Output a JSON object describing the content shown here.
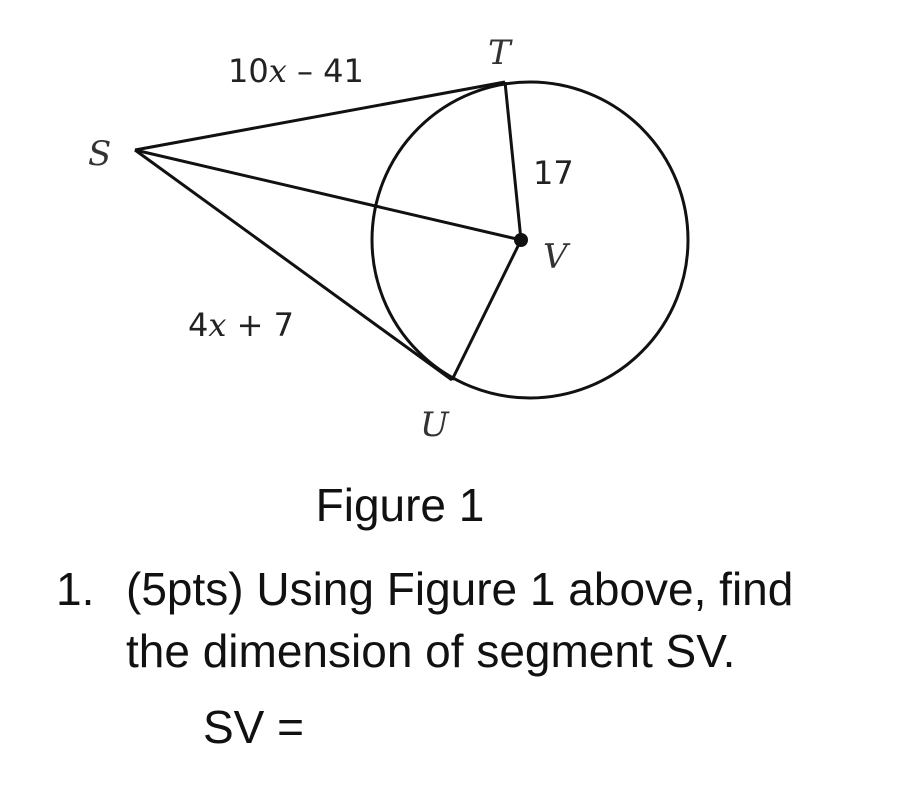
{
  "figure": {
    "points": {
      "S": "S",
      "T": "T",
      "U": "U",
      "V": "V"
    },
    "labels": {
      "ST_coef": "10",
      "ST_var": "x",
      "ST_rest": " – 41",
      "TV": "17",
      "SU_coef": "4",
      "SU_var": "x",
      "SU_rest": " + 7"
    },
    "caption": "Figure 1"
  },
  "question": {
    "number": "1.",
    "line1": "(5pts) Using Figure 1 above, find",
    "line2": "the dimension of segment SV."
  },
  "answer": {
    "label": "SV ="
  }
}
